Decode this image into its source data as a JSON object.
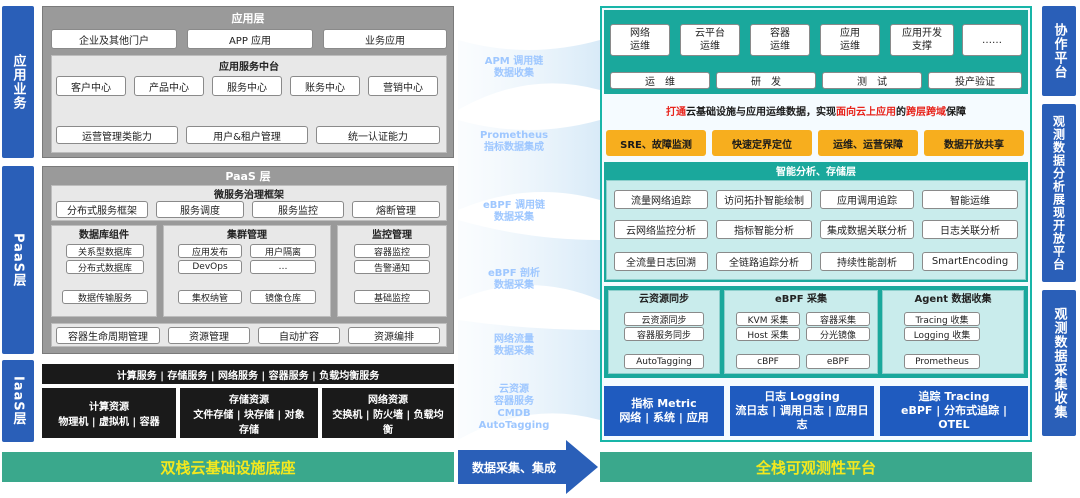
{
  "left": {
    "labels": {
      "app": "应用业务",
      "paas": "PaaS层",
      "iaas": "IaaS层"
    },
    "app_layer": {
      "title": "应用层",
      "portals": [
        "企业及其他门户",
        "APP 应用",
        "业务应用"
      ],
      "service_center": {
        "title": "应用服务中台",
        "row1": [
          "客户中心",
          "产品中心",
          "服务中心",
          "账务中心",
          "营销中心"
        ],
        "row2": [
          "运营管理类能力",
          "用户&租户管理",
          "统一认证能力"
        ]
      }
    },
    "paas_layer": {
      "title": "PaaS 层",
      "micro": {
        "title": "微服务治理框架",
        "items": [
          "分布式服务框架",
          "服务调度",
          "服务监控",
          "熔断管理"
        ]
      },
      "db": {
        "title": "数据库组件",
        "items": [
          "关系型数据库",
          "分布式数据库",
          "数据传输服务"
        ]
      },
      "cluster": {
        "title": "集群管理",
        "items": [
          "应用发布",
          "用户隔离",
          "DevOps",
          "…",
          "集权纳管",
          "镜像仓库"
        ]
      },
      "monitor": {
        "title": "监控管理",
        "items": [
          "容器监控",
          "告警通知",
          "基础监控"
        ]
      },
      "bottom": [
        "容器生命周期管理",
        "资源管理",
        "自动扩容",
        "资源编排"
      ]
    },
    "iaas_layer": {
      "services": "计算服务 | 存储服务 | 网络服务 | 容器服务 | 负载均衡服务",
      "compute": {
        "title": "计算资源",
        "detail": "物理机 | 虚拟机 | 容器"
      },
      "storage": {
        "title": "存储资源",
        "detail": "文件存储 | 块存储 | 对象存储"
      },
      "network": {
        "title": "网络资源",
        "detail": "交换机 | 防火墙 | 负载均衡"
      }
    },
    "footer": "双栈云基础设施底座"
  },
  "middle": {
    "flows": [
      "APM 调用链\n数据收集",
      "Prometheus\n指标数据集成",
      "eBPF 调用链\n数据采集",
      "eBPF 剖析\n数据采集",
      "网络流量\n数据采集",
      "云资源\n容器服务\nCMDB\nAutoTagging"
    ],
    "arrow": "数据采集、集成"
  },
  "right": {
    "roles": [
      "网络\n运维",
      "云平台\n运维",
      "容器\n运维",
      "应用\n运维",
      "应用开发\n支撑",
      "……"
    ],
    "phases": [
      "运　维",
      "研　发",
      "测　试",
      "投产验证"
    ],
    "mission": {
      "p1": "打通",
      "p2": "云基础设施与应用运维数据，实现",
      "p3": "面向云上应用",
      "p4": "的",
      "p5": "跨层跨域",
      "p6": "保障"
    },
    "goals": [
      "SRE、故障监测",
      "快速定界定位",
      "运维、运营保障",
      "数据开放共享"
    ],
    "analysis": {
      "title": "智能分析、存储层",
      "items": [
        "流量网络追踪",
        "访问拓扑智能绘制",
        "应用调用追踪",
        "智能运维",
        "云网络监控分析",
        "指标智能分析",
        "集成数据关联分析",
        "日志关联分析",
        "全流量日志回溯",
        "全链路追踪分析",
        "持续性能剖析",
        "SmartEncoding"
      ]
    },
    "collect": {
      "cloud": {
        "title": "云资源同步",
        "items": [
          "云资源同步",
          "容器服务同步",
          "AutoTagging"
        ]
      },
      "ebpf": {
        "title": "eBPF 采集",
        "items": [
          "KVM 采集",
          "容器采集",
          "Host 采集",
          "分光镜像",
          "cBPF",
          "eBPF"
        ]
      },
      "agent": {
        "title": "Agent 数据收集",
        "items": [
          "Tracing 收集",
          "Logging 收集",
          "Prometheus"
        ]
      }
    },
    "signals": [
      {
        "title": "指标 Metric",
        "detail": "网络 | 系统 | 应用"
      },
      {
        "title": "日志 Logging",
        "detail": "流日志 | 调用日志 | 应用日志"
      },
      {
        "title": "追踪 Tracing",
        "detail": "eBPF | 分布式追踪 | OTEL"
      }
    ],
    "footer": "全栈可观测性平台",
    "side_labels": [
      "协作平台",
      "观测数据分析展现开放平台",
      "观测数据采集收集"
    ]
  },
  "colors": {
    "accent_blue": "#2a5fb8",
    "teal": "#1aa89c",
    "orange": "#f7ae1e",
    "footer_text": "#f4e81e",
    "mission_red": "#e8241c"
  }
}
